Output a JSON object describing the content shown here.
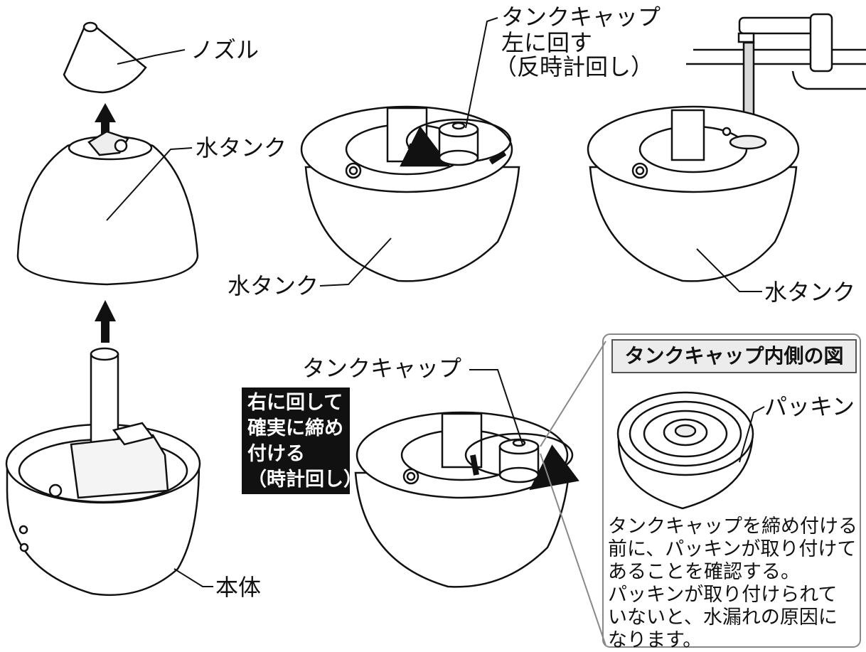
{
  "labels": {
    "nozzle": "ノズル",
    "water_tank_left": "水タンク",
    "water_tank_mid": "水タンク",
    "water_tank_right": "水タンク",
    "main_body": "本体",
    "tank_cap_top": "タンクキャップ",
    "tank_cap_bottom": "タンクキャップ",
    "packing": "パッキン"
  },
  "step_top_mid": {
    "line1": "左に回す",
    "line2": "（反時計回し）"
  },
  "tighten_instruction": {
    "line1": "右に回して",
    "line2": "確実に締め",
    "line3": "付ける",
    "line4": "（時計回し）"
  },
  "inset": {
    "title": "タンクキャップ内側の図",
    "note_lines": [
      "タンクキャップを締め付ける",
      "前に、パッキンが取り付けて",
      "あることを確認する。",
      "パッキンが取り付けられて",
      "いないと、水漏れの原因に",
      "なります。"
    ]
  }
}
